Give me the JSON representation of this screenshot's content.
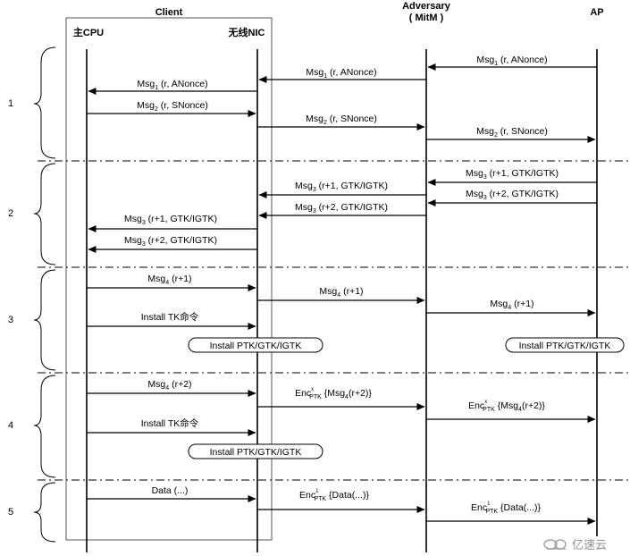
{
  "headers": {
    "client": "Client",
    "adversary": "Adversary",
    "adversary_sub": "( MitM )",
    "ap": "AP",
    "cpu": "主CPU",
    "nic": "无线NIC"
  },
  "phases": [
    "1",
    "2",
    "3",
    "4",
    "5"
  ],
  "messages": {
    "m1_ap_adv": {
      "pre": "Msg",
      "sub": "1",
      "post": " (r, ANonce)"
    },
    "m1_adv_nic": {
      "pre": "Msg",
      "sub": "1",
      "post": " (r, ANonce)"
    },
    "m1_nic_cpu": {
      "pre": "Msg",
      "sub": "1",
      "post": " (r, ANonce)"
    },
    "m2_cpu_nic": {
      "pre": "Msg",
      "sub": "2",
      "post": " (r, SNonce)"
    },
    "m2_nic_adv": {
      "pre": "Msg",
      "sub": "2",
      "post": " (r, SNonce)"
    },
    "m2_adv_ap": {
      "pre": "Msg",
      "sub": "2",
      "post": " (r, SNonce)"
    },
    "m3a_ap_adv": {
      "pre": "Msg",
      "sub": "3",
      "post": " (r+1, GTK/IGTK)"
    },
    "m3a_adv_nic": {
      "pre": "Msg",
      "sub": "3",
      "post": " (r+1, GTK/IGTK)"
    },
    "m3b_ap_adv": {
      "pre": "Msg",
      "sub": "3",
      "post": " (r+2, GTK/IGTK)"
    },
    "m3b_adv_nic": {
      "pre": "Msg",
      "sub": "3",
      "post": " (r+2, GTK/IGTK)"
    },
    "m3a_nic_cpu": {
      "pre": "Msg",
      "sub": "3",
      "post": " (r+1, GTK/IGTK)"
    },
    "m3b_nic_cpu": {
      "pre": "Msg",
      "sub": "3",
      "post": " (r+2, GTK/IGTK)"
    },
    "m4a_cpu_nic": {
      "pre": "Msg",
      "sub": "4",
      "post": " (r+1)"
    },
    "m4a_nic_adv": {
      "pre": "Msg",
      "sub": "4",
      "post": " (r+1)"
    },
    "m4a_adv_ap": {
      "pre": "Msg",
      "sub": "4",
      "post": " (r+1)"
    },
    "install_tk_1": {
      "text": "Install TK命令"
    },
    "m4b_cpu_nic": {
      "pre": "Msg",
      "sub": "4",
      "post": " (r+2)"
    },
    "install_tk_2": {
      "text": "Install TK命令"
    },
    "data_cpu_nic": {
      "text": "Data (...)"
    }
  },
  "enc_labels": {
    "e1": {
      "pre": "Enc",
      "sup": "x",
      "sub": "PTK",
      "mid": " {Msg",
      "sub2": "4",
      "post": "(r+2)}"
    },
    "e2": {
      "pre": "Enc",
      "sup": "x",
      "sub": "PTK",
      "mid": " {Msg",
      "sub2": "4",
      "post": "(r+2)}"
    },
    "e3": {
      "pre": "Enc",
      "sup": "1",
      "sub": "PTK",
      "post": " {Data(...)}"
    },
    "e4": {
      "pre": "Enc",
      "sup": "1",
      "sub": "PTK",
      "post": " {Data(...)}"
    }
  },
  "install_boxes": {
    "b1": "Install PTK/GTK/IGTK",
    "b2": "Install PTK/GTK/IGTK",
    "b3": "Install PTK/GTK/IGTK"
  },
  "watermark": "亿速云"
}
